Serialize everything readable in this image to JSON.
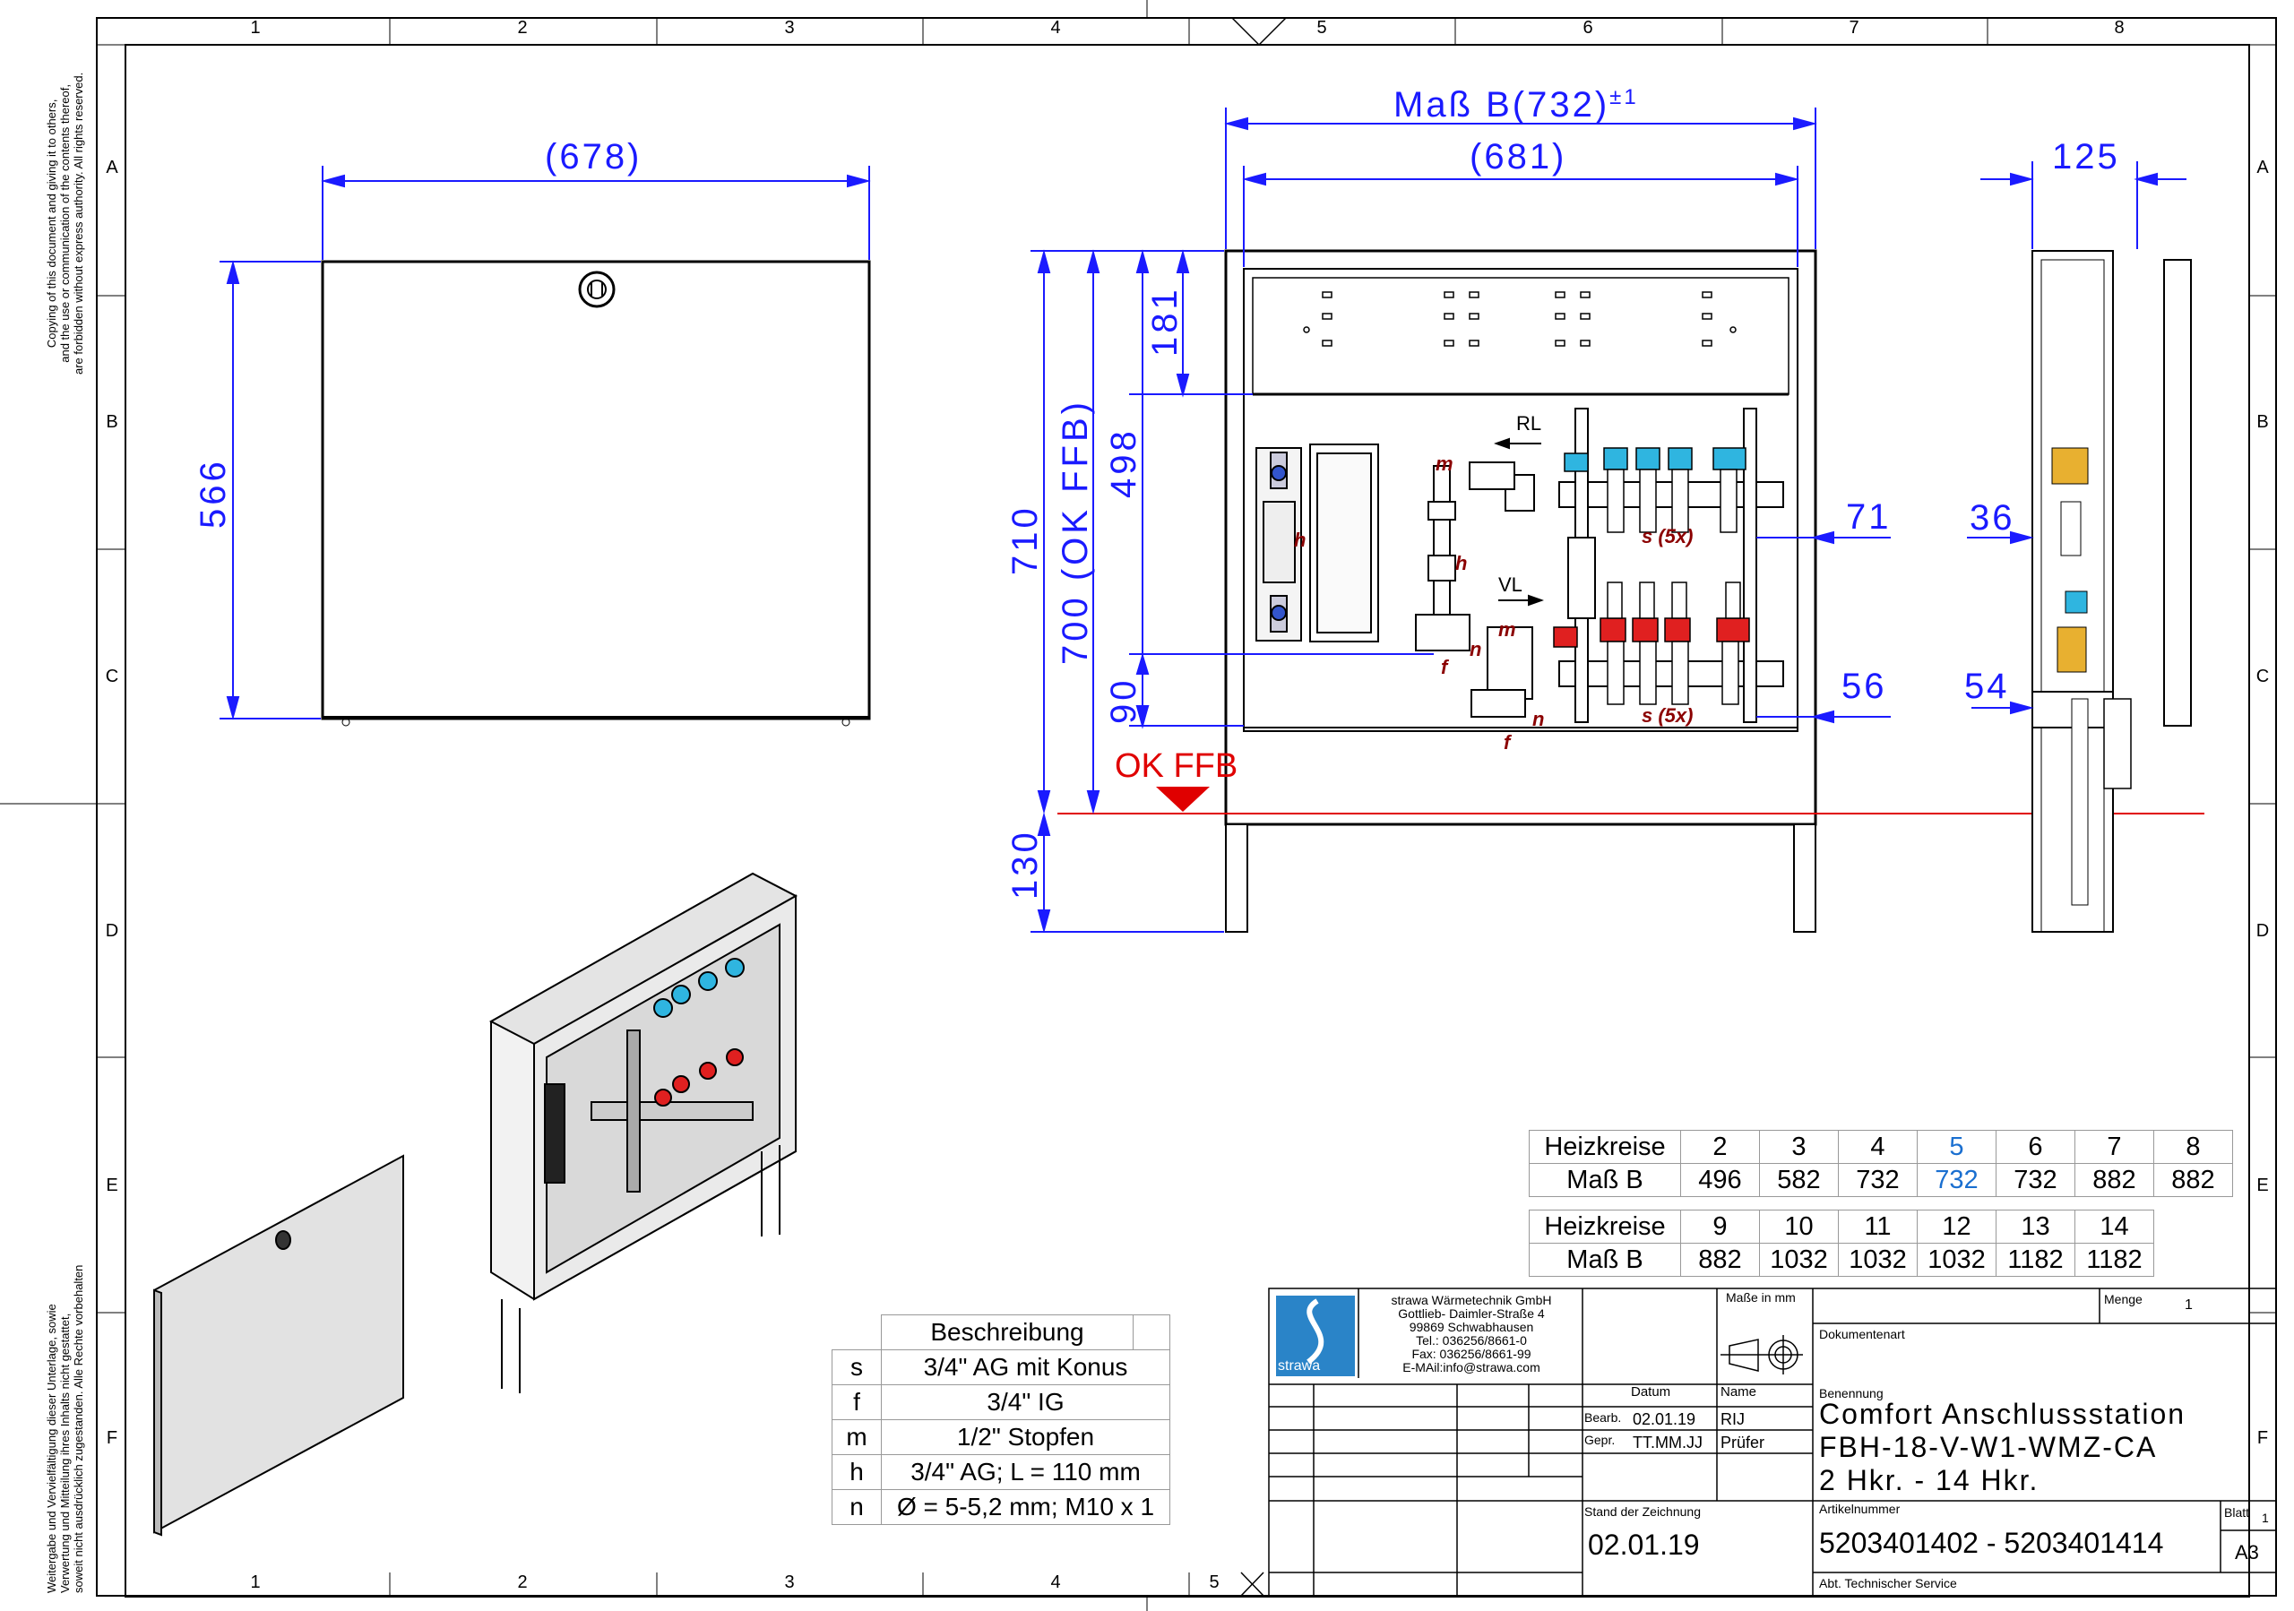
{
  "copyright_note": [
    "Copying of this document and giving it to others,",
    "and the use or communication of the contents thereof,",
    "are forbidden without express authority. All rights reserved."
  ],
  "rights_note": [
    "Weitergabe und Vervielfältigung dieser Unterlage, sowie",
    "Verwertung und Mitteilung ihres Inhalts nicht gestattet,",
    "soweit nicht ausdrücklich zugestanden. Alle Rechte vorbehalten"
  ],
  "grid": {
    "columns_top": [
      "1",
      "2",
      "3",
      "4",
      "5",
      "6",
      "7",
      "8"
    ],
    "columns_bottom": [
      "1",
      "2",
      "3",
      "4",
      "5"
    ],
    "rows": [
      "A",
      "B",
      "C",
      "D",
      "E",
      "F"
    ]
  },
  "dimensions": {
    "front_width": "(678)",
    "front_height": "566",
    "mass_b": "Maß B(732)",
    "mass_b_tol": "±1",
    "inner_width": "(681)",
    "total_height": "710",
    "ok_ffb_height": "700 (OK FFB)",
    "h498": "498",
    "h181": "181",
    "h90": "90",
    "h130": "130",
    "d71": "71",
    "d56": "56",
    "side_depth": "125",
    "side_36": "36",
    "side_54": "54"
  },
  "labels": {
    "ok_ffb": "OK FFB",
    "rl": "RL",
    "vl": "VL",
    "s5x_top": "s (5x)",
    "s5x_bottom": "s (5x)",
    "m": "m",
    "h": "h",
    "n": "n",
    "f": "f"
  },
  "heizkreise_table_1": {
    "row_header_1": "Heizkreise",
    "row_header_2": "Maß B",
    "heizkreise": [
      "2",
      "3",
      "4",
      "5",
      "6",
      "7",
      "8"
    ],
    "mass_b": [
      "496",
      "582",
      "732",
      "732",
      "732",
      "882",
      "882"
    ],
    "highlight_index": 3
  },
  "heizkreise_table_2": {
    "row_header_1": "Heizkreise",
    "row_header_2": "Maß B",
    "heizkreise": [
      "9",
      "10",
      "11",
      "12",
      "13",
      "14"
    ],
    "mass_b": [
      "882",
      "1032",
      "1032",
      "1032",
      "1182",
      "1182"
    ]
  },
  "beschreibung": {
    "header": "Beschreibung",
    "rows": [
      {
        "key": "s",
        "value": "3/4\" AG mit Konus"
      },
      {
        "key": "f",
        "value": "3/4\" IG"
      },
      {
        "key": "m",
        "value": "1/2\" Stopfen"
      },
      {
        "key": "h",
        "value": "3/4\" AG; L = 110 mm"
      },
      {
        "key": "n",
        "value": "Ø = 5-5,2 mm; M10 x 1"
      }
    ]
  },
  "title_block": {
    "company_lines": [
      "strawa Wärmetechnik GmbH",
      "Gottlieb- Daimler-Straße 4",
      "99869 Schwabhausen",
      "Tel.: 036256/8661-0",
      "Fax: 036256/8661-99",
      "E-MAil:info@strawa.com"
    ],
    "logo_text": "strawa",
    "masse_in_mm": "Maße in mm",
    "menge_label": "Menge",
    "menge_value": "1",
    "dokumentenart": "Dokumentenart",
    "datum": "Datum",
    "name": "Name",
    "bearb": "Bearb.",
    "bearb_datum": "02.01.19",
    "bearb_name": "RIJ",
    "gepr": "Gepr.",
    "gepr_datum": "TT.MM.JJ",
    "gepr_name": "Prüfer",
    "benennung": "Benennung",
    "title_line1": "Comfort Anschlussstation",
    "title_line2": "FBH-18-V-W1-WMZ-CA",
    "title_line3": "2 Hkr. - 14 Hkr.",
    "stand_label": "Stand der Zeichnung",
    "stand_value": "02.01.19",
    "artikel_label": "Artikelnummer",
    "artikel_value": "5203401402 - 5203401414",
    "blatt_label": "Blatt",
    "blatt_value": "1",
    "format": "A3",
    "abteilung": "Abt. Technischer Service"
  },
  "colors": {
    "dimension": "#1a1aff",
    "reference": "#e00000",
    "annotation": "#8b0000",
    "highlight": "#1a6fd0"
  }
}
